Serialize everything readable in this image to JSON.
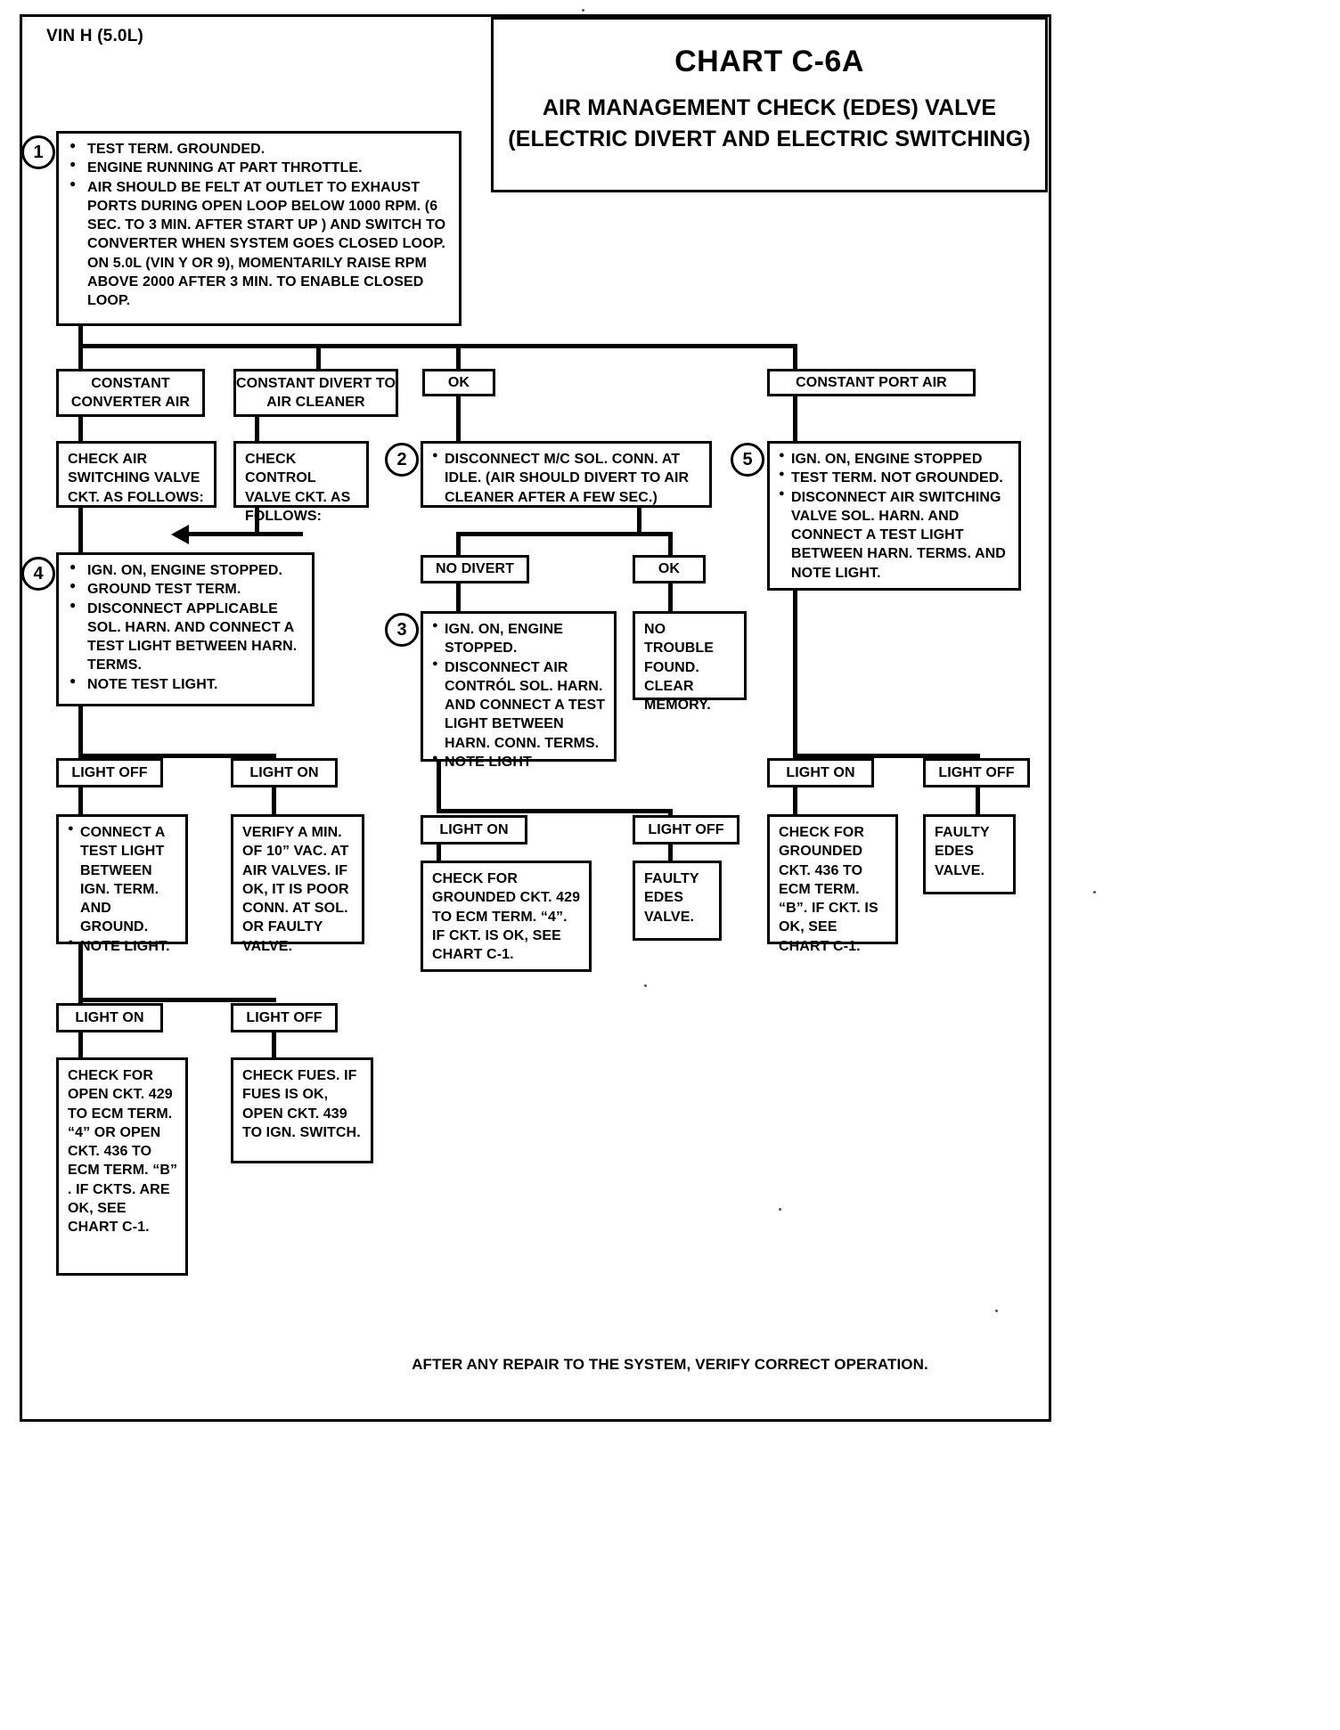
{
  "page": {
    "vin_label": "VIN H (5.0L)",
    "footer_note": "AFTER ANY REPAIR TO THE SYSTEM, VERIFY CORRECT OPERATION."
  },
  "title": {
    "chart_id": "CHART C-6A",
    "line1": "AIR MANAGEMENT CHECK (EDES) VALVE",
    "line2": "(ELECTRIC DIVERT AND ELECTRIC SWITCHING)"
  },
  "steps": {
    "s1": "1",
    "s2": "2",
    "s3": "3",
    "s4": "4",
    "s5": "5"
  },
  "step1": {
    "b1": "TEST TERM. GROUNDED.",
    "b2": "ENGINE RUNNING AT PART THROTTLE.",
    "b3": "AIR SHOULD BE FELT AT OUTLET TO EXHAUST PORTS DURING OPEN LOOP BELOW 1000 RPM. (6 SEC. TO 3 MIN. AFTER START UP ) AND SWITCH TO CONVERTER WHEN SYSTEM GOES CLOSED LOOP.   ON 5.0L (VIN Y OR 9), MOMENTARILY RAISE RPM ABOVE 2000 AFTER 3 MIN. TO ENABLE CLOSED LOOP."
  },
  "branches": {
    "constant_converter_air": "CONSTANT CONVERTER AIR",
    "constant_divert_to_air_cleaner": "CONSTANT DIVERT TO AIR CLEANER",
    "ok_top": "OK",
    "constant_port_air": "CONSTANT PORT AIR"
  },
  "left": {
    "check_air_switching": "CHECK AIR SWITCHING VALVE CKT. AS FOLLOWS:",
    "check_control_valve": "CHECK CONTROL VALVE CKT. AS FOLLOWS:",
    "step4": {
      "b1": "IGN. ON, ENGINE STOPPED.",
      "b2": "GROUND TEST TERM.",
      "b3": "DISCONNECT APPLICABLE SOL. HARN. AND CONNECT A TEST LIGHT BETWEEN HARN. TERMS.",
      "b4": "NOTE TEST LIGHT."
    },
    "light_off_1": "LIGHT OFF",
    "light_on_1": "LIGHT ON",
    "connect_test_light": {
      "b1": "CONNECT A TEST LIGHT BETWEEN IGN. TERM. AND GROUND.",
      "b2": "NOTE LIGHT."
    },
    "verify_vac": "VERIFY A MIN. OF 10” VAC. AT AIR VALVES. IF OK, IT IS POOR CONN. AT SOL. OR FAULTY VALVE.",
    "light_on_2": "LIGHT ON",
    "light_off_2": "LIGHT OFF",
    "check_open_ckt": "CHECK FOR OPEN CKT. 429 TO ECM TERM. “4” OR OPEN CKT. 436 TO ECM TERM. “B” . IF CKTS. ARE OK, SEE CHART C-1.",
    "check_fues": "CHECK FUES.  IF FUES IS OK, OPEN CKT. 439 TO IGN. SWITCH."
  },
  "middle": {
    "step2": "DISCONNECT M/C SOL. CONN. AT IDLE. (AIR SHOULD DIVERT TO AIR CLEANER AFTER A FEW SEC.)",
    "no_divert": "NO DIVERT",
    "ok_mid": "OK",
    "step3": {
      "b1": "IGN. ON, ENGINE STOPPED.",
      "b2": "DISCONNECT AIR CONTRÓL SOL. HARN. AND CONNECT A TEST LIGHT BETWEEN HARN. CONN. TERMS.",
      "b3": "NOTE LIGHT"
    },
    "no_trouble_found": "NO TROUBLE FOUND. CLEAR MEMORY.",
    "light_on_3": "LIGHT ON",
    "light_off_3": "LIGHT OFF",
    "check_grounded_429": "CHECK FOR GROUNDED CKT. 429 TO ECM TERM. “4”. IF CKT. IS OK, SEE CHART C-1.",
    "faulty_edes_valve_1": "FAULTY EDES VALVE."
  },
  "right": {
    "step5": {
      "b1": "IGN. ON, ENGINE STOPPED",
      "b2": "TEST TERM. NOT GROUNDED.",
      "b3": "DISCONNECT AIR SWITCHING VALVE SOL. HARN. AND CONNECT A TEST LIGHT BETWEEN HARN. TERMS. AND NOTE LIGHT."
    },
    "light_on_4": "LIGHT ON",
    "light_off_4": "LIGHT OFF",
    "check_grounded_436": "CHECK FOR GROUNDED CKT. 436 TO ECM TERM. “B”. IF CKT. IS OK, SEE CHART C-1.",
    "faulty_edes_valve_2": "FAULTY EDES VALVE."
  }
}
